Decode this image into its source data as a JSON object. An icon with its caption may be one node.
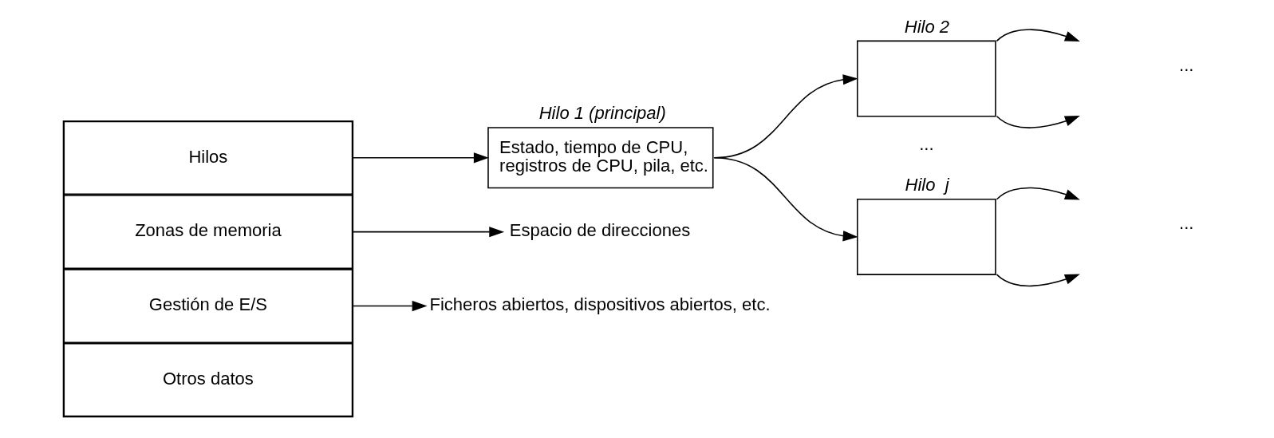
{
  "diagram": {
    "nodes": [
      {
        "text": [],
        "shape": "box"
      },
      {
        "text": [
          "Hilos"
        ],
        "in": 0
      },
      {
        "text": [
          "Zonas de memoria"
        ],
        "in": 0
      },
      {
        "text": [
          "Gestión de E/S"
        ],
        "in": 0
      },
      {
        "text": [
          "Otros datos"
        ],
        "in": 0
      },
      {
        "text": [
          "Hilo 1 (principal)",
          "Estado, tiempo de CPU, registros de CPU, pila, etc."
        ]
      },
      {
        "text": [
          "Espacio de direcciones"
        ]
      },
      {
        "text": [
          "Ficheros abiertos, dispositivos abiertos, etc."
        ]
      },
      {
        "text": [
          "Hilo 2"
        ]
      },
      {
        "text": [
          "Hilo  j"
        ]
      }
    ],
    "edges": [
      {
        "from": 1,
        "to": 5,
        "arrow": "to"
      },
      {
        "from": 2,
        "to": 6,
        "arrow": "to"
      },
      {
        "from": 3,
        "to": 7,
        "arrow": "to"
      },
      {
        "from": 5,
        "to": 8,
        "arrow": "to"
      },
      {
        "from": 5,
        "to": 9,
        "arrow": "to"
      },
      {
        "from": 8,
        "to": null,
        "arrow": "to"
      },
      {
        "from": 8,
        "to": null,
        "arrow": "to"
      },
      {
        "from": 9,
        "to": null,
        "arrow": "to"
      },
      {
        "from": 9,
        "to": null,
        "arrow": "to"
      }
    ],
    "labels": [
      "...",
      "...",
      "..."
    ]
  }
}
